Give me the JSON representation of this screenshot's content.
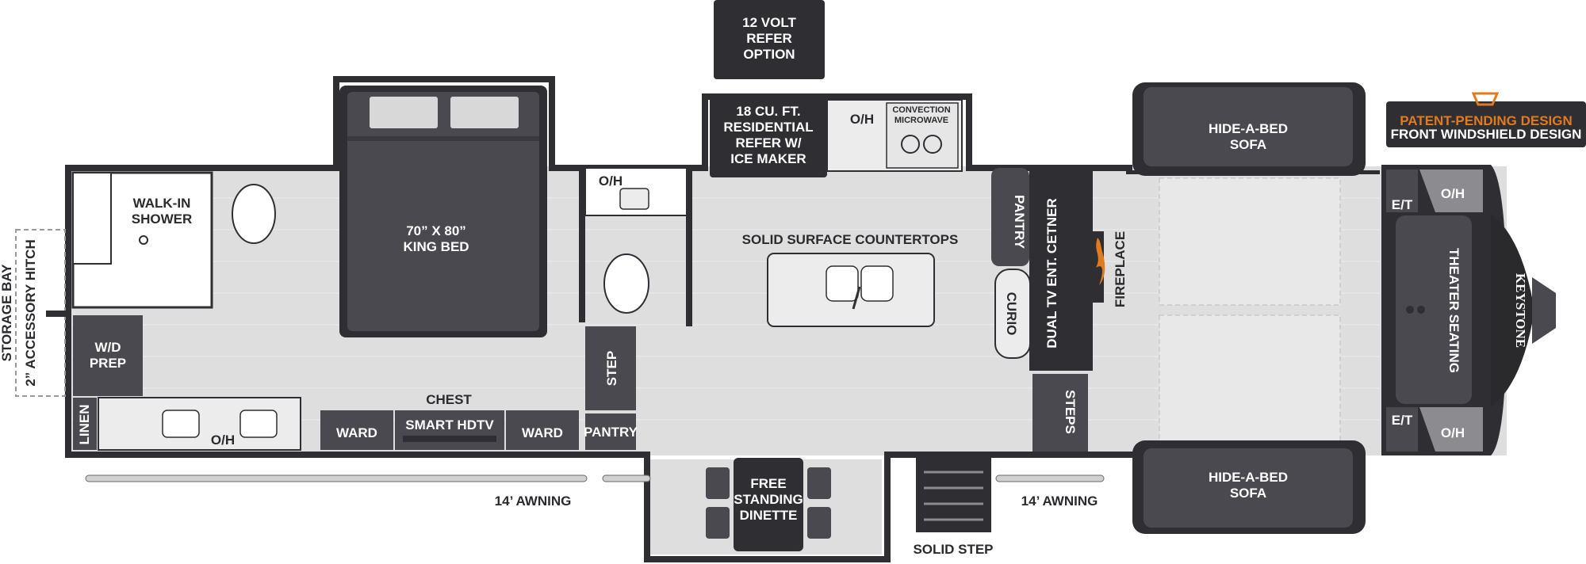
{
  "brand": "KEYSTONE",
  "badge": {
    "line1": "PATENT-PENDING DESIGN",
    "line2": "FRONT WINDSHIELD DESIGN"
  },
  "labels": {
    "refer_option": [
      "12 VOLT",
      "REFER",
      "OPTION"
    ],
    "residential_refer": [
      "18 CU. FT.",
      "RESIDENTIAL",
      "REFER W/",
      "ICE MAKER"
    ],
    "oh": "O/H",
    "convection": [
      "CONVECTION",
      "MICROWAVE"
    ],
    "walk_in_shower": [
      "WALK-IN",
      "SHOWER"
    ],
    "king_bed": [
      "70” X 80”",
      "KING BED"
    ],
    "storage_bay": "STORAGE BAY",
    "accessory_hitch": "2” ACCESSORY HITCH",
    "wd_prep": [
      "W/D",
      "PREP"
    ],
    "linen": "LINEN",
    "chest": "CHEST",
    "ward": "WARD",
    "smart_hdtv": "SMART HDTV",
    "step": "STEP",
    "pantry": "PANTRY",
    "countertops": "SOLID SURFACE COUNTERTOPS",
    "curio": "CURIO",
    "dual_tv": "DUAL TV ENT. CETNER",
    "fireplace": "FIREPLACE",
    "steps": "STEPS",
    "hide_a_bed": [
      "HIDE-A-BED",
      "SOFA"
    ],
    "et": "E/T",
    "theater_seating": "THEATER SEATING",
    "awning": "14’ AWNING",
    "dinette": [
      "FREE",
      "STANDING",
      "DINETTE"
    ],
    "solid_step": "SOLID STEP"
  },
  "colors": {
    "wall": "#2f2e33",
    "floor": "#dedede",
    "furniture": "#4a494f",
    "accent": "#e07b1f",
    "badge_bg": "#2f2e33"
  }
}
